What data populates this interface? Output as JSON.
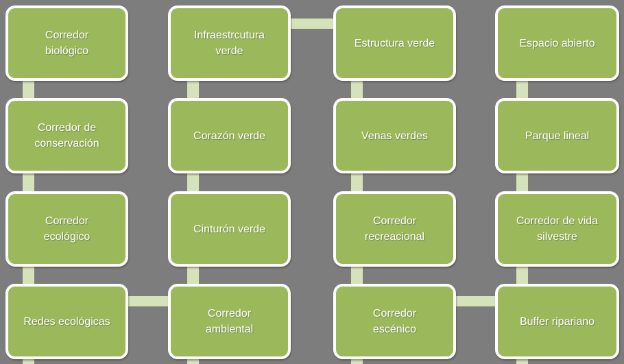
{
  "colors": {
    "background": "#7d7d7d",
    "box_fill": "#9bb95a",
    "box_border": "#ffffff",
    "connector": "#d6e2ba",
    "text": "#ffffff"
  },
  "boxes": [
    {
      "label": "Corredor biológico",
      "lines": [
        "Corredor",
        "biológico"
      ]
    },
    {
      "label": "Infraestrcutura verde",
      "lines": [
        "Infraestrcutura",
        "verde"
      ]
    },
    {
      "label": "Estructura verde",
      "lines": [
        "Estructura verde"
      ]
    },
    {
      "label": "Espacio abierto",
      "lines": [
        "Espacio abierto"
      ]
    },
    {
      "label": "Corredor de conservación",
      "lines": [
        "Corredor de",
        "conservación"
      ]
    },
    {
      "label": "Corazón verde",
      "lines": [
        "Corazón verde"
      ]
    },
    {
      "label": "Venas verdes",
      "lines": [
        "Venas verdes"
      ]
    },
    {
      "label": "Parque lineal",
      "lines": [
        "Parque lineal"
      ]
    },
    {
      "label": "Corredor ecológico",
      "lines": [
        "Corredor",
        "ecológico"
      ]
    },
    {
      "label": "Cinturón verde",
      "lines": [
        "Cinturón verde"
      ]
    },
    {
      "label": "Corredor recreacional",
      "lines": [
        "Corredor",
        "recreacional"
      ]
    },
    {
      "label": "Corredor de vida silvestre",
      "lines": [
        "Corredor de vida",
        "silvestre"
      ]
    },
    {
      "label": "Redes ecológicas",
      "lines": [
        "Redes ecológicas"
      ]
    },
    {
      "label": "Corredor ambiental",
      "lines": [
        "Corredor",
        "ambiental"
      ]
    },
    {
      "label": "Corredor escénico",
      "lines": [
        "Corredor",
        "escénico"
      ]
    },
    {
      "label": "Buffer ripariano",
      "lines": [
        "Buffer ripariano"
      ]
    }
  ]
}
